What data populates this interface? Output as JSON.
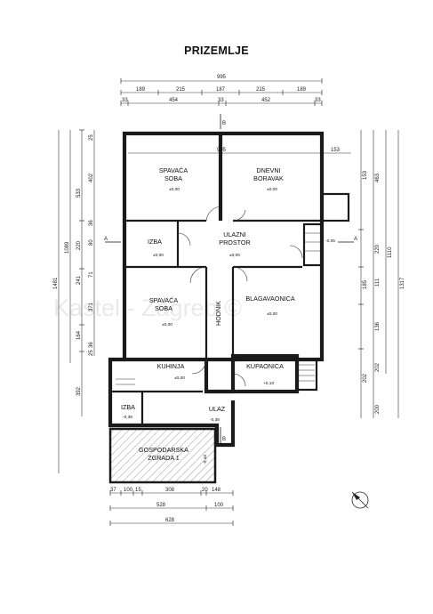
{
  "title": "PRIZEMLJE",
  "watermark": "Kastel - Zagreb ©",
  "section_marks": {
    "a_left": "A",
    "a_right": "A",
    "b_top": "B",
    "b_bottom": "B"
  },
  "rooms": {
    "spavaca_soba_1": "SPAVAĆA\nSOBA",
    "dnevni_boravak": "DNEVNI\nBORAVAK",
    "izba_1": "IZBA",
    "ulazni_prostor": "ULAZNI\nPROSTOR",
    "spavaca_soba_2": "SPAVAĆA\nSOBA",
    "hodnik": "HODNIK",
    "blagavaonica": "BLAGAVAONICA",
    "kuhinja": "KUHINJA",
    "kupaonica": "KUPAONICA",
    "izba_2": "IZBA",
    "ulaz": "ULAZ",
    "gospodarska": "GOSPODARSKA\nZGRADA 1"
  },
  "levels": {
    "spavaca_soba_1": "±0,00",
    "dnevni_boravak": "±0,00",
    "izba_1": "±0,00",
    "ulazni_prostor": "±0,00",
    "stair_right": "-0,05",
    "spavaca_soba_2": "±0,00",
    "blagavaonica": "±0,00",
    "kuhinja": "±0,00",
    "kupaonica": "+0,10",
    "izba_2": "-0,38",
    "ulaz": "-0,38",
    "ulaz_small": "-0,43"
  },
  "dims_top": {
    "total": "995",
    "row2": [
      "189",
      "215",
      "187",
      "215",
      "189"
    ],
    "row3": [
      "33",
      "454",
      "33",
      "452",
      "33"
    ],
    "inner": [
      "995",
      "153"
    ]
  },
  "dims_bottom": {
    "row1": [
      "37",
      "100",
      "15",
      "308",
      "20",
      "148"
    ],
    "row2": [
      "528",
      "100"
    ],
    "row3": "628"
  },
  "dims_left": {
    "outer": "1481",
    "mid": "1089",
    "segments_a": [
      "533",
      "220",
      "241",
      "164",
      "392"
    ],
    "segments_b": [
      "25",
      "402",
      "36",
      "80",
      "71",
      "371",
      "36",
      "25"
    ]
  },
  "dims_right": {
    "outer": "1317",
    "mid": "1110",
    "segments_a": [
      "463",
      "220",
      "111",
      "136",
      "202",
      "200"
    ],
    "segments_b": [
      "153",
      "185",
      "202"
    ]
  }
}
